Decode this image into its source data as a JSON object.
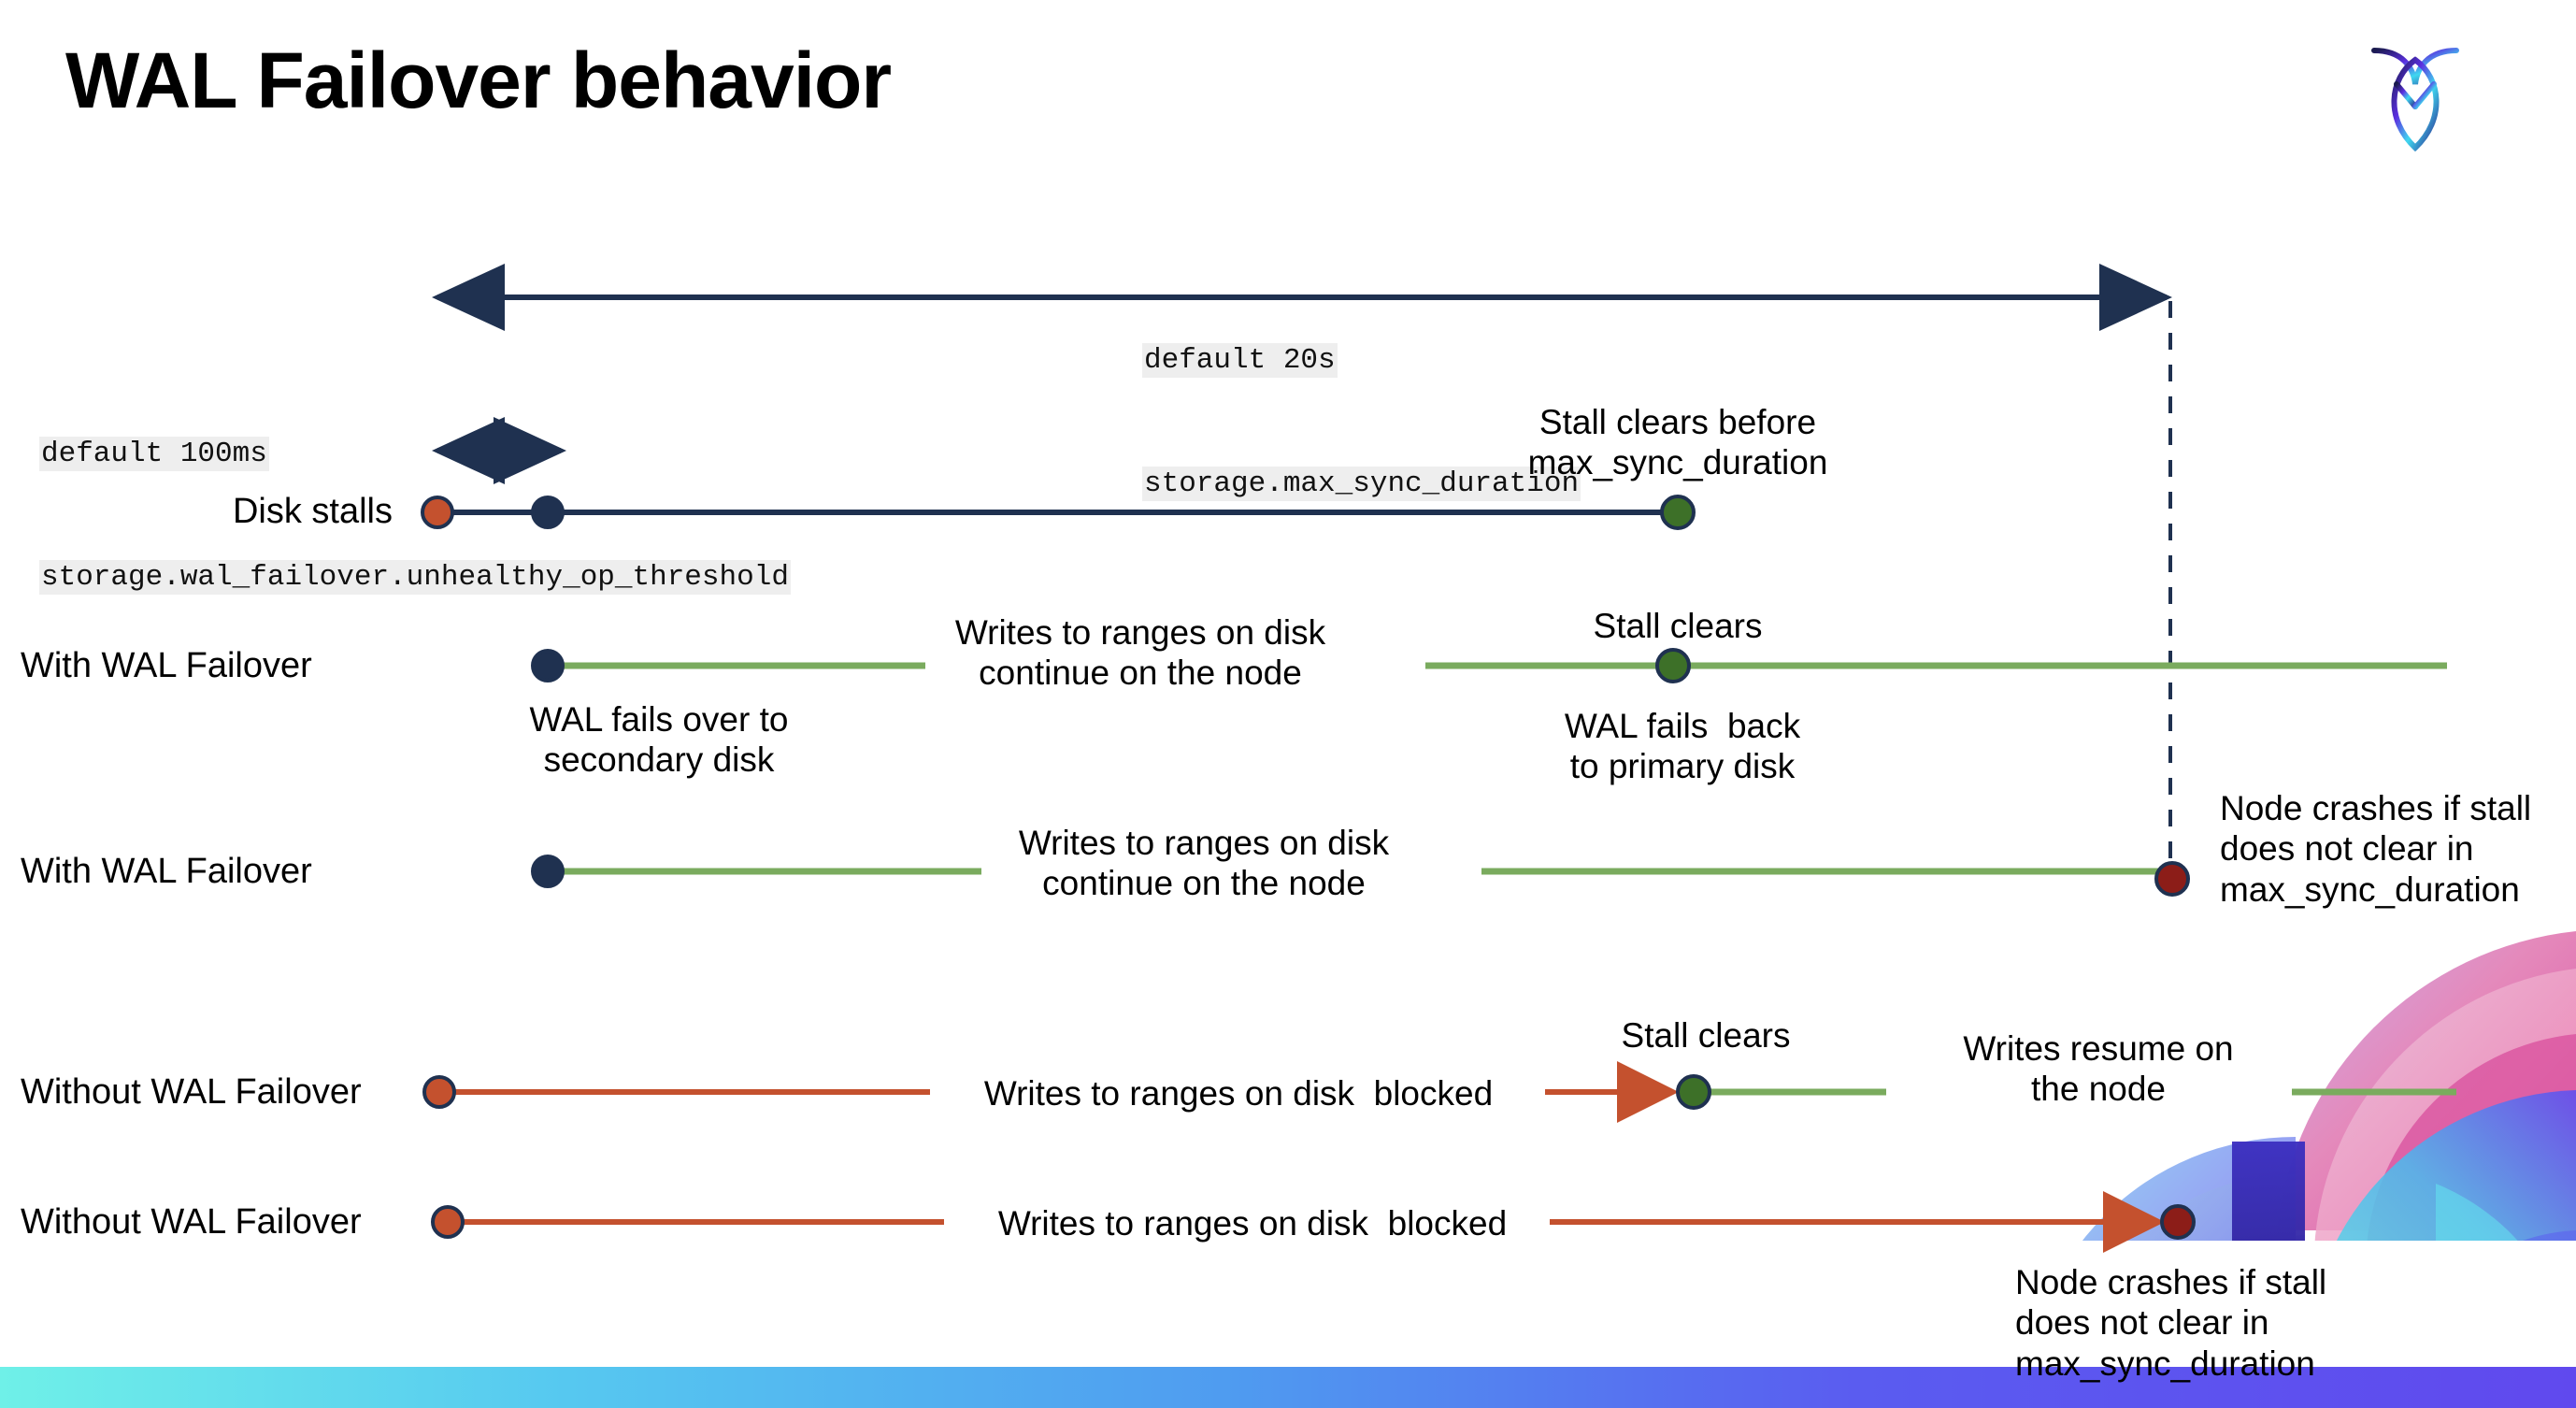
{
  "slide": {
    "title": "WAL Failover behavior",
    "logo_icon": "cockroachdb-logo-icon"
  },
  "colors": {
    "navy": "#1f3150",
    "green_line": "#7aab5e",
    "green_dot": "#3d7028",
    "orange": "#c4512e",
    "dark_red": "#8c1d18",
    "mono_bg": "#eeeeee",
    "bottom_bar_from": "#6ff0e8",
    "bottom_bar_to": "#6049ee"
  },
  "annotations": {
    "max_sync": {
      "default_label": "default 20s",
      "setting_label": "storage.max_sync_duration"
    },
    "unhealthy_op": {
      "default_label": "default 100ms",
      "setting_label": "storage.wal_failover.unhealthy_op_threshold"
    }
  },
  "rows": [
    {
      "id": "disk-stalls",
      "name": "Disk stalls",
      "notes": [
        {
          "id": "stall-clears-before",
          "text": "Stall clears before\nmax_sync_duration"
        }
      ]
    },
    {
      "id": "with-wal-failover-1",
      "name": "With WAL Failover",
      "notes": [
        {
          "id": "writes-continue-1",
          "text": "Writes to ranges on disk\ncontinue on the node"
        },
        {
          "id": "stall-clears-1",
          "text": "Stall clears"
        },
        {
          "id": "wal-fails-over",
          "text": "WAL fails over to\nsecondary disk"
        },
        {
          "id": "wal-fails-back",
          "text": "WAL fails  back\nto primary disk"
        }
      ]
    },
    {
      "id": "with-wal-failover-2",
      "name": "With WAL Failover",
      "notes": [
        {
          "id": "writes-continue-2",
          "text": "Writes to ranges on disk\ncontinue on the node"
        },
        {
          "id": "node-crashes-1",
          "text": "Node crashes if stall\ndoes not clear in\nmax_sync_duration"
        }
      ]
    },
    {
      "id": "without-wal-failover-1",
      "name": "Without WAL Failover",
      "notes": [
        {
          "id": "writes-blocked-1",
          "text": "Writes to ranges on disk  blocked"
        },
        {
          "id": "stall-clears-2",
          "text": "Stall clears"
        },
        {
          "id": "writes-resume",
          "text": "Writes resume on\nthe node"
        }
      ]
    },
    {
      "id": "without-wal-failover-2",
      "name": "Without WAL Failover",
      "notes": [
        {
          "id": "writes-blocked-2",
          "text": "Writes to ranges on disk  blocked"
        },
        {
          "id": "node-crashes-2",
          "text": "Node crashes if stall\ndoes not clear in\nmax_sync_duration"
        }
      ]
    }
  ]
}
